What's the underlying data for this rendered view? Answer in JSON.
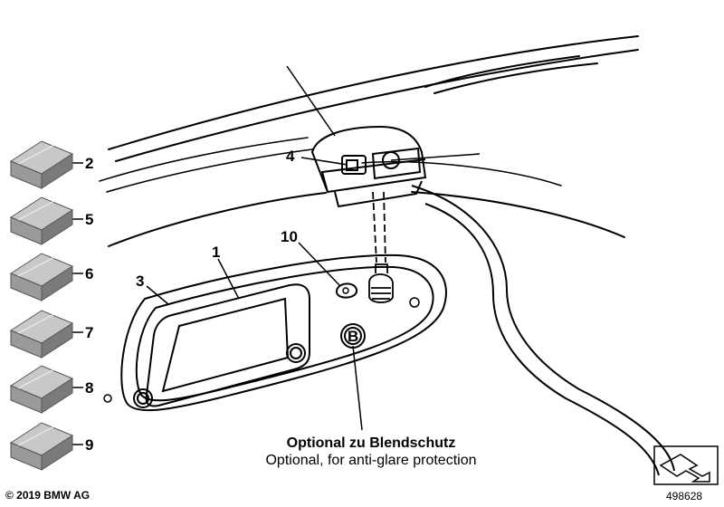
{
  "callouts": {
    "c1": "1",
    "c2": "2",
    "c3": "3",
    "c4": "4",
    "c5": "5",
    "c6": "6",
    "c7": "7",
    "c8": "8",
    "c9": "9",
    "c10": "10",
    "c_b": "B"
  },
  "note": {
    "de": "Optional zu Blendschutz",
    "en": "Optional, for anti-glare protection"
  },
  "footer": {
    "copyright": "© 2019 BMW AG",
    "diagram_id": "498628"
  },
  "colors": {
    "line": "#000000",
    "box_top": "#c8c8c8",
    "box_front": "#9a9a9a",
    "box_side": "#7a7a7a"
  }
}
